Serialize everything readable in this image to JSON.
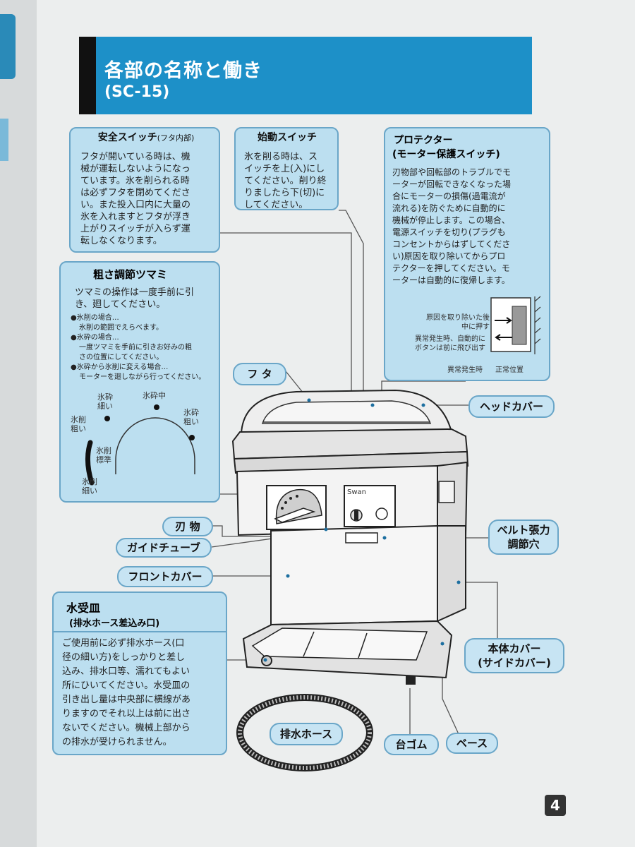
{
  "header": {
    "title": "各部の名称と働き",
    "model": "(SC-15)"
  },
  "safety_switch": {
    "title": "安全スイッチ",
    "title_note": "(フタ内部)",
    "lines": [
      "フタが開いている時は、機",
      "械が運転しないようになっ",
      "ています。氷を削られる時",
      "は必ずフタを閉めてくださ",
      "い。また投入口内に大量の",
      "氷を入れますとフタが浮き",
      "上がりスイッチが入らず運",
      "転しなくなります。"
    ]
  },
  "start_switch": {
    "title": "始動スイッチ",
    "lines": [
      "氷を削る時は、ス",
      "イッチを上(入)にし",
      "てください。削り終",
      "りましたら下(切)に",
      "してください。"
    ]
  },
  "protector": {
    "title": "プロテクター",
    "subtitle": "(モーター保護スイッチ)",
    "lines": [
      "刃物部や回転部のトラブルでモ",
      "ーターが回転できなくなった場",
      "合にモーターの損傷(過電流が",
      "流れる)を防ぐために自動的に",
      "機械が停止します。この場合、",
      "電源スイッチを切り(プラグも",
      "コンセントからはずしてくださ",
      "い)原因を取り除いてからプロ",
      "テクターを押してください。モ",
      "ーターは自動的に復帰します。"
    ],
    "diagram": {
      "label_push": [
        "原因を取り除いた後",
        "中に押す"
      ],
      "label_pop": [
        "異常発生時、自動的に",
        "ボタンは前に飛び出す"
      ],
      "label_abnormal": "異常発生時",
      "label_normal": "正常位置"
    }
  },
  "coarseness_knob": {
    "title": "粗さ調節ツマミ",
    "lines": [
      "ツマミの操作は一度手前に引",
      "き、廻してください。"
    ],
    "bullets": [
      [
        "●氷削の場合…",
        "氷削の範囲でえらべます。"
      ],
      [
        "●氷砕の場合…",
        "一度ツマミを手前に引きお好みの粗",
        "さの位置にしてください。"
      ],
      [
        "●氷砕から氷削に変える場合…",
        "モーターを廻しながら行ってください。"
      ]
    ],
    "dial": {
      "crush_fine": [
        "氷砕",
        "細い"
      ],
      "crush_mid": "氷砕中",
      "crush_coarse": [
        "氷砕",
        "粗い"
      ],
      "shave_coarse": [
        "氷削",
        "粗い"
      ],
      "shave_std": [
        "氷削",
        "標準"
      ],
      "shave_fine": [
        "氷削",
        "細い"
      ]
    }
  },
  "drip_tray": {
    "title": "水受皿",
    "subtitle": "(排水ホース差込み口)",
    "lines": [
      "ご使用前に必ず排水ホース(口",
      "径の細い方)をしっかりと差し",
      "込み、排水口等、濡れてもよい",
      "所にひいてください。水受皿の",
      "引き出し量は中央部に横線があ",
      "りますのでそれ以上は前に出さ",
      "ないでください。機械上部から",
      "の排水が受けられません。"
    ]
  },
  "labels": {
    "lid": "フ タ",
    "head_cover": "ヘッドカバー",
    "blade": "刃 物",
    "guide_tube": "ガイドチューブ",
    "front_cover": "フロントカバー",
    "belt_tension": [
      "ベルト張力",
      "調節穴"
    ],
    "body_cover": [
      "本体カバー",
      "(サイドカバー)"
    ],
    "drain_hose": "排水ホース",
    "rubber_foot": "台ゴム",
    "base": "ベース"
  },
  "machine_brand": "Swan",
  "page_number": "4"
}
